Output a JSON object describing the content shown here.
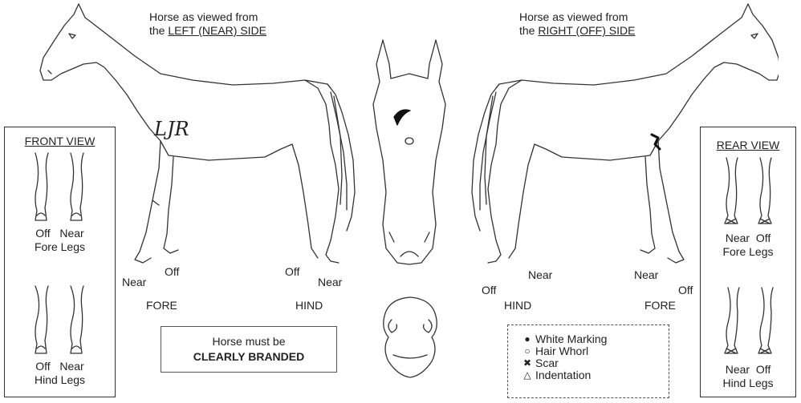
{
  "left_caption": {
    "line1": "Horse as viewed from",
    "line2_prefix": "the ",
    "line2_underlined": "LEFT (NEAR) SIDE"
  },
  "right_caption": {
    "line1": "Horse as viewed from",
    "line2_prefix": "the ",
    "line2_underlined": "RIGHT (OFF) SIDE"
  },
  "brand_text": "LJR",
  "left_side_labels": {
    "near_fore": "Near",
    "off_fore": "Off",
    "fore": "FORE",
    "off_hind": "Off",
    "near_hind": "Near",
    "hind": "HIND"
  },
  "right_side_labels": {
    "off_hind": "Off",
    "near_hind": "Near",
    "hind": "HIND",
    "near_fore": "Near",
    "off_fore": "Off",
    "fore": "FORE"
  },
  "front_view": {
    "title": "FRONT VIEW",
    "fore_left": "Off",
    "fore_right": "Near",
    "fore_caption": "Fore Legs",
    "hind_left": "Off",
    "hind_right": "Near",
    "hind_caption": "Hind Legs"
  },
  "rear_view": {
    "title": "REAR VIEW",
    "fore_left": "Near",
    "fore_right": "Off",
    "fore_caption": "Fore Legs",
    "hind_left": "Near",
    "hind_right": "Off",
    "hind_caption": "Hind Legs"
  },
  "notice": {
    "line1": "Horse must be",
    "line2": "CLEARLY BRANDED"
  },
  "key": [
    {
      "symbol": "●",
      "label": "White Marking"
    },
    {
      "symbol": "○",
      "label": "Hair Whorl"
    },
    {
      "symbol": "✖",
      "label": "Scar"
    },
    {
      "symbol": "△",
      "label": "Indentation"
    }
  ]
}
